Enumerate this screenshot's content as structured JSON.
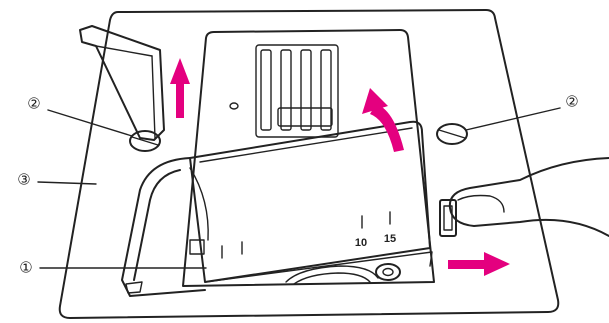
{
  "callouts": [
    {
      "id": "c2_left",
      "label": "②"
    },
    {
      "id": "c2_right",
      "label": "②"
    },
    {
      "id": "c3",
      "label": "③"
    },
    {
      "id": "c1",
      "label": "①"
    }
  ],
  "scale_marks": {
    "mark_10": "10",
    "mark_15": "15"
  },
  "colors": {
    "arrow_accent": "#e4007f",
    "line": "#222222",
    "background": "#ffffff"
  }
}
